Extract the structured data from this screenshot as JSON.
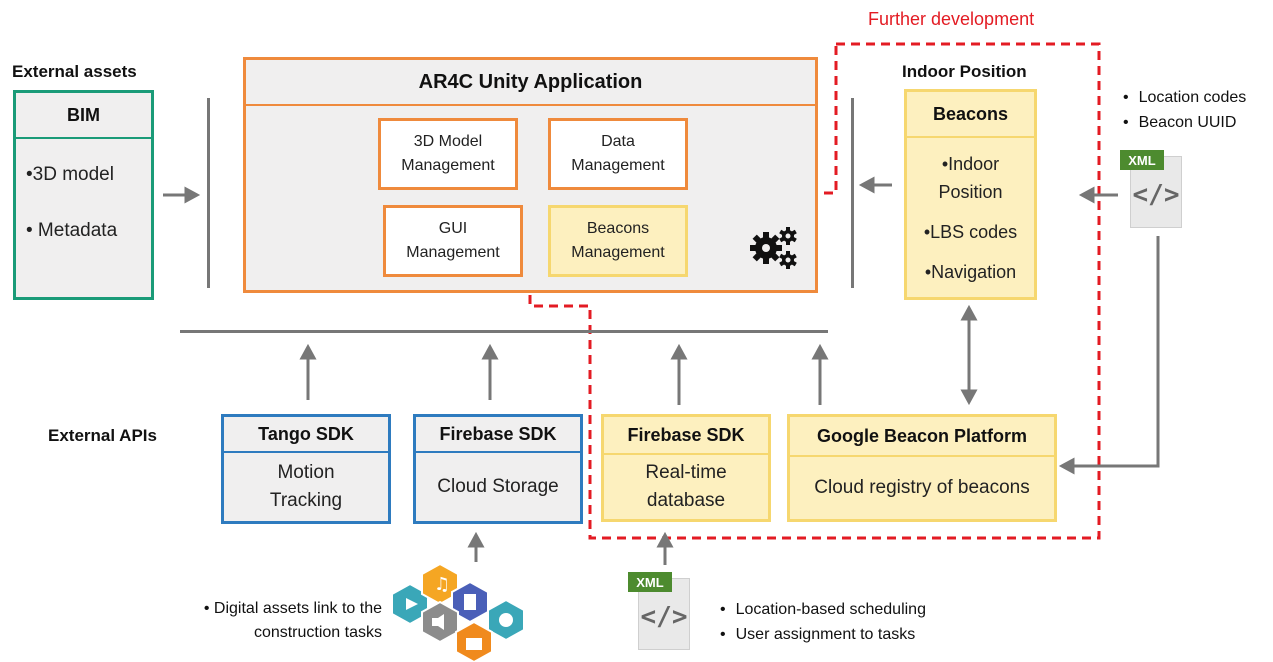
{
  "further_development": "Further development",
  "external_assets_label": "External assets",
  "external_apis_label": "External APIs",
  "bim": {
    "title": "BIM",
    "items": [
      "•3D model",
      "• Metadata"
    ]
  },
  "app": {
    "title": "AR4C Unity Application",
    "modules": {
      "model": [
        "3D Model",
        "Management"
      ],
      "data": [
        "Data",
        "Management"
      ],
      "gui": [
        "GUI",
        "Management"
      ],
      "beacons": [
        "Beacons",
        "Management"
      ]
    },
    "gear_icon": "gears-icon"
  },
  "indoor": {
    "label": "Indoor Position",
    "box_title": "Beacons",
    "items": [
      "•Indoor",
      "Position",
      "•LBS codes",
      "•Navigation"
    ]
  },
  "xml_right": {
    "tag": "XML",
    "code": "</>",
    "notes": [
      "Location codes",
      "Beacon UUID"
    ]
  },
  "xml_bottom": {
    "tag": "XML",
    "code": "</>",
    "notes": [
      "Location-based scheduling",
      "User  assignment to tasks"
    ]
  },
  "apis": {
    "tango": {
      "title": "Tango SDK",
      "body": [
        "Motion",
        "Tracking"
      ]
    },
    "firebase1": {
      "title": "Firebase SDK",
      "body": [
        "Cloud Storage"
      ]
    },
    "firebase2": {
      "title": "Firebase SDK",
      "body": [
        "Real-time",
        "database"
      ]
    },
    "google": {
      "title": "Google Beacon Platform",
      "body": [
        "Cloud registry of beacons"
      ]
    }
  },
  "digital_assets_note": [
    "• Digital assets link to the",
    "construction tasks"
  ],
  "colors": {
    "green": "#1a9b78",
    "orange": "#ef8a3c",
    "blue": "#2e7bbf",
    "yellow_border": "#f6d76f",
    "yellow_fill": "#fdf0bf",
    "red_dash": "#e31b23"
  }
}
